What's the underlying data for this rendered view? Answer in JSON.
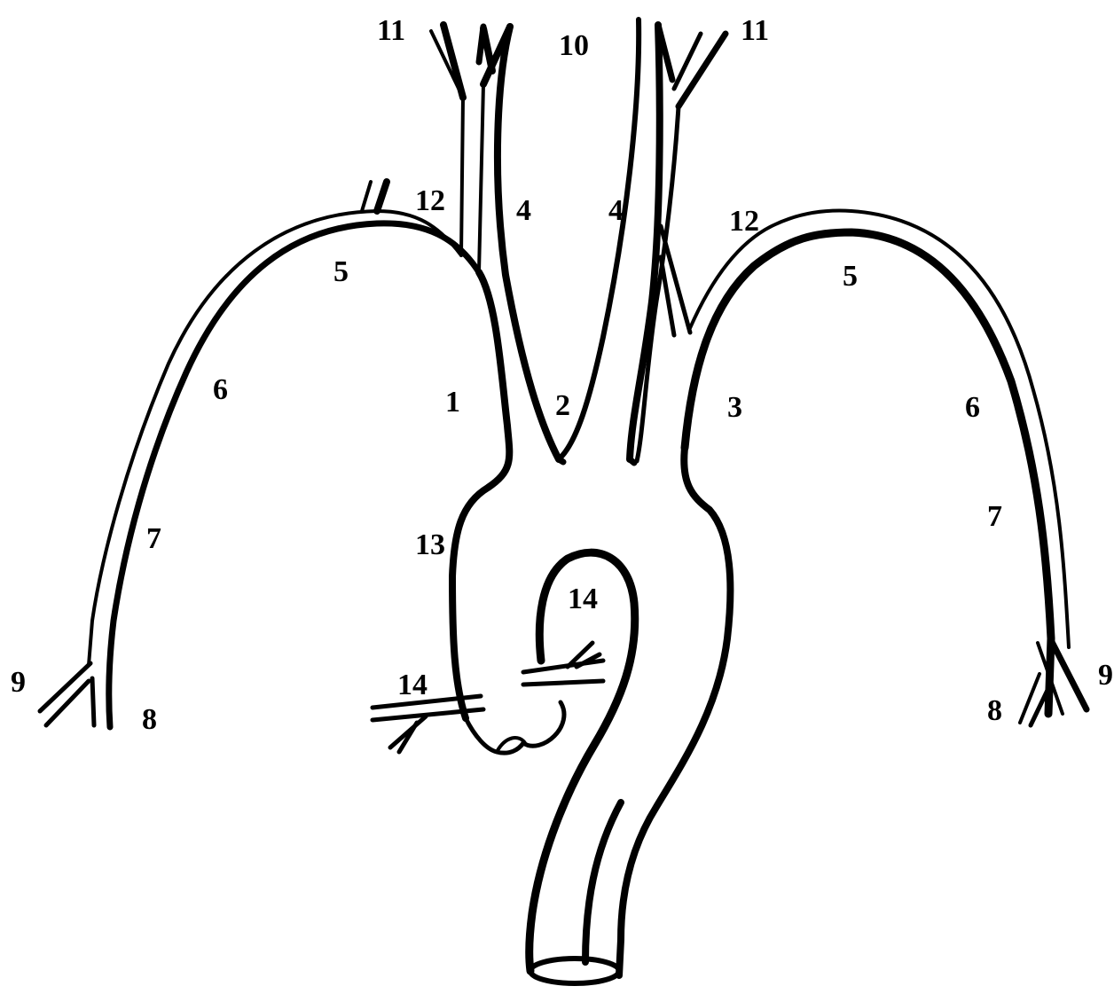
{
  "diagram": {
    "colors": {
      "line": "#000000",
      "background": "#ffffff"
    },
    "labels": {
      "n1": "1",
      "n2": "2",
      "n3": "3",
      "n4_left": "4",
      "n4_right": "4",
      "n5_left": "5",
      "n5_right": "5",
      "n6_left": "6",
      "n6_right": "6",
      "n7_left": "7",
      "n7_right": "7",
      "n8_left": "8",
      "n8_right": "8",
      "n9_left": "9",
      "n9_right": "9",
      "n10": "10",
      "n11_left": "11",
      "n11_right": "11",
      "n12_left": "12",
      "n12_right": "12",
      "n13": "13",
      "n14_top": "14",
      "n14_left": "14"
    }
  }
}
